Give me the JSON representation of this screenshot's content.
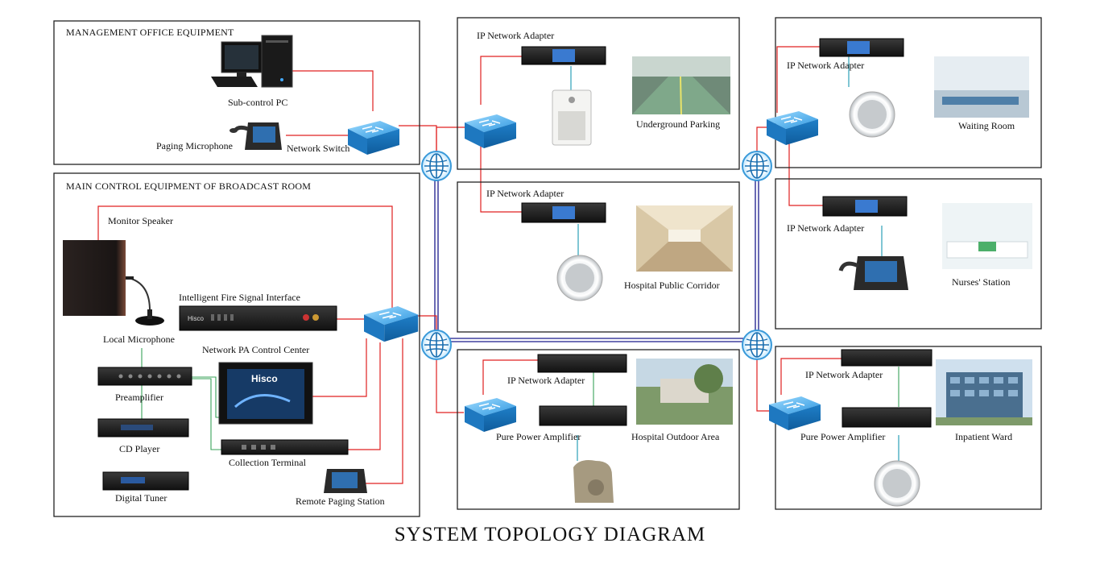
{
  "title": "SYSTEM TOPOLOGY DIAGRAM",
  "sections": {
    "management": "MANAGEMENT OFFICE EQUIPMENT",
    "main_control": "MAIN CONTROL EQUIPMENT OF BROADCAST ROOM"
  },
  "labels": {
    "sub_control_pc": "Sub-control PC",
    "paging_microphone": "Paging Microphone",
    "network_switch": "Network Switch",
    "monitor_speaker": "Monitor Speaker",
    "fire_signal_interface": "Intelligent Fire Signal Interface",
    "local_microphone": "Local Microphone",
    "pa_control_center": "Network PA Control Center",
    "preamplifier": "Preamplifier",
    "cd_player": "CD Player",
    "digital_tuner": "Digital Tuner",
    "collection_terminal": "Collection Terminal",
    "remote_paging_station": "Remote Paging Station",
    "ip_adapter_parking": "IP Network Adapter",
    "underground_parking": "Underground Parking",
    "ip_adapter_corridor": "IP Network Adapter",
    "hospital_public_corridor": "Hospital Public Corridor",
    "ip_adapter_outdoor": "IP Network Adapter",
    "pure_power_amplifier_outdoor": "Pure Power Amplifier",
    "hospital_outdoor_area": "Hospital Outdoor Area",
    "ip_adapter_waiting": "IP Network Adapter",
    "waiting_room": "Waiting Room",
    "ip_adapter_nurses": "IP Network Adapter",
    "nurses_station": "Nurses' Station",
    "ip_adapter_inpatient": "IP Network Adapter",
    "pure_power_amplifier_inpatient": "Pure Power Amplifier",
    "inpatient_ward": "Inpatient Ward"
  },
  "brand": "Hisco",
  "colors": {
    "red_link": "#e02020",
    "blue_backbone": "#1a1a8c",
    "teal_link": "#2aa0b8",
    "green_link": "#3aa35a",
    "switch_blue": "#3aa0e0"
  }
}
